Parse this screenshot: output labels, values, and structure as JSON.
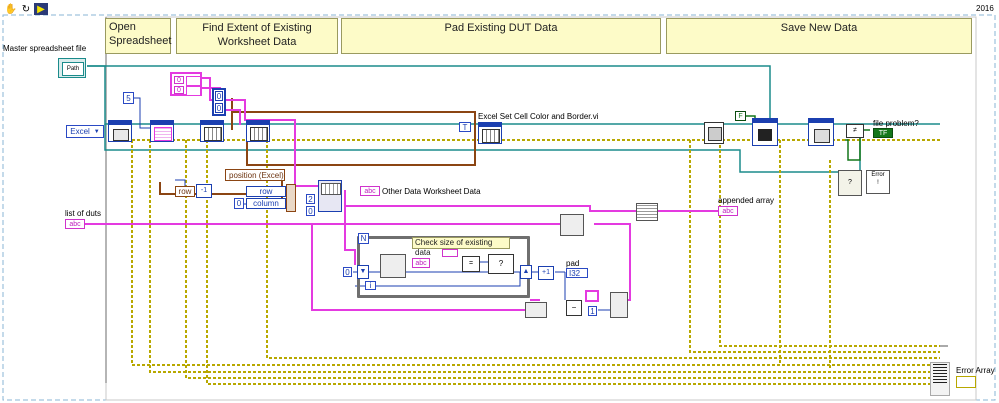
{
  "version": "2016",
  "toolbar": {
    "icons": [
      "hand-tool-icon",
      "auto-tool-icon",
      "run-arrow-icon"
    ]
  },
  "frames": {
    "open_spreadsheet": "Open Spreadsheet",
    "find_extent": "Find Extent of Existing Worksheet Data",
    "pad_existing": "Pad Existing DUT Data",
    "save_new": "Save New Data"
  },
  "labels": {
    "master_file": "Master spreadsheet file",
    "list_of_duts": "list of duts",
    "excel_set_cell": "Excel Set Cell Color and Border.vi",
    "other_data": "Other Data Worksheet Data",
    "appended_array": "appended array",
    "file_problem": "file problem?",
    "error_array": "Error Array",
    "position_excel": "position (Excel)",
    "row": "row",
    "column": "column",
    "check_size": "Check size of existing data",
    "pad": "pad",
    "loop_n": "N",
    "loop_i": "i"
  },
  "constants": {
    "excel_ring": "Excel",
    "five": "5",
    "zero_a": "0",
    "zero_b": "0",
    "zero_c": "0",
    "zero_d": "0",
    "zero_e": "0",
    "zero_f": "0",
    "two": "2",
    "one_a": "1",
    "one_b": "1",
    "t_const": "T",
    "f_const": "F",
    "minus_one": "-1",
    "abc": "abc",
    "i32": "I32",
    "tf": "TF"
  },
  "colors": {
    "string_wire": "#e43ae0",
    "refnum_wire": "#1b8b8b",
    "error_wire": "#b8a800",
    "brown_wire": "#8b4513",
    "int_wire": "#1b3fb0",
    "bool_wire": "#13761a",
    "note_bg": "#fdfbc8"
  }
}
